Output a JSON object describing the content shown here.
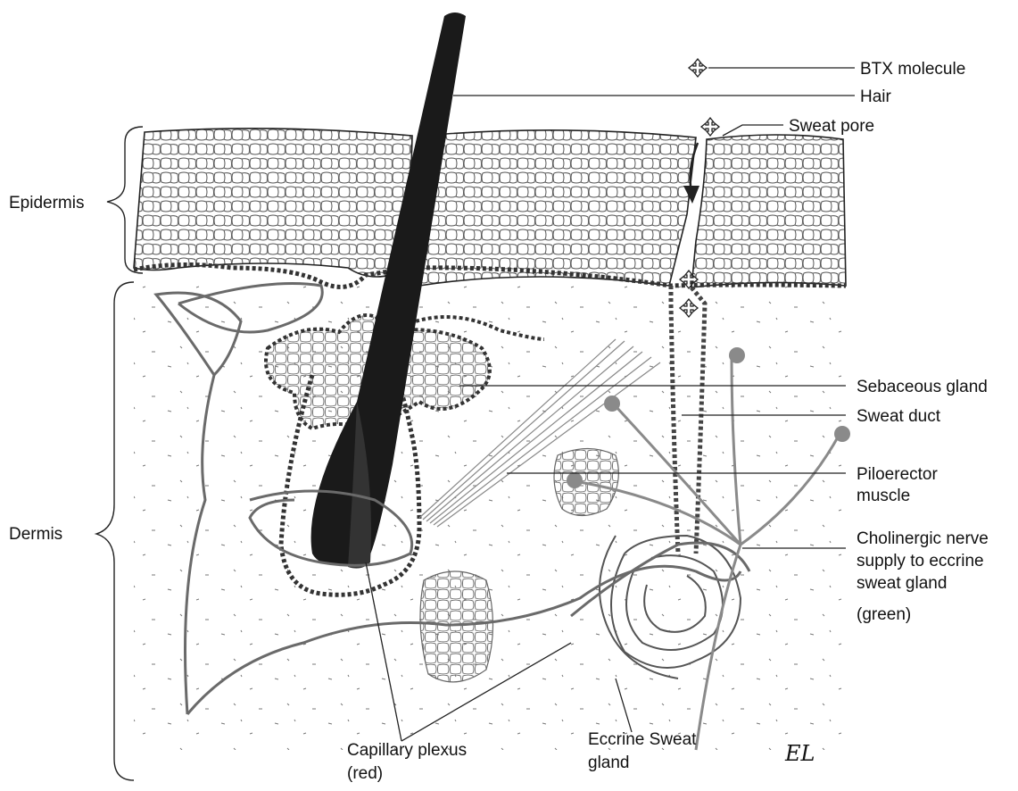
{
  "labels": {
    "btx_molecule": "BTX molecule",
    "hair": "Hair",
    "sweat_pore": "Sweat pore",
    "epidermis": "Epidermis",
    "dermis": "Dermis",
    "sebaceous_gland": "Sebaceous gland",
    "sweat_duct": "Sweat duct",
    "piloerector_muscle": [
      "Piloerector",
      "muscle"
    ],
    "cholinergic_nerve": [
      "Cholinergic nerve",
      "supply to eccrine",
      "sweat gland",
      "(green)"
    ],
    "capillary_plexus": [
      "Capillary plexus",
      "(red)"
    ],
    "eccrine_sweat_gland": [
      "Eccrine Sweat",
      "gland"
    ],
    "signature": "EL"
  },
  "colors": {
    "ink": "#222222",
    "hair": "#1a1a1a",
    "capillary": "#6a6a6a",
    "nerve": "#8a8a8a",
    "cell": "#555555",
    "background": "#ffffff"
  }
}
